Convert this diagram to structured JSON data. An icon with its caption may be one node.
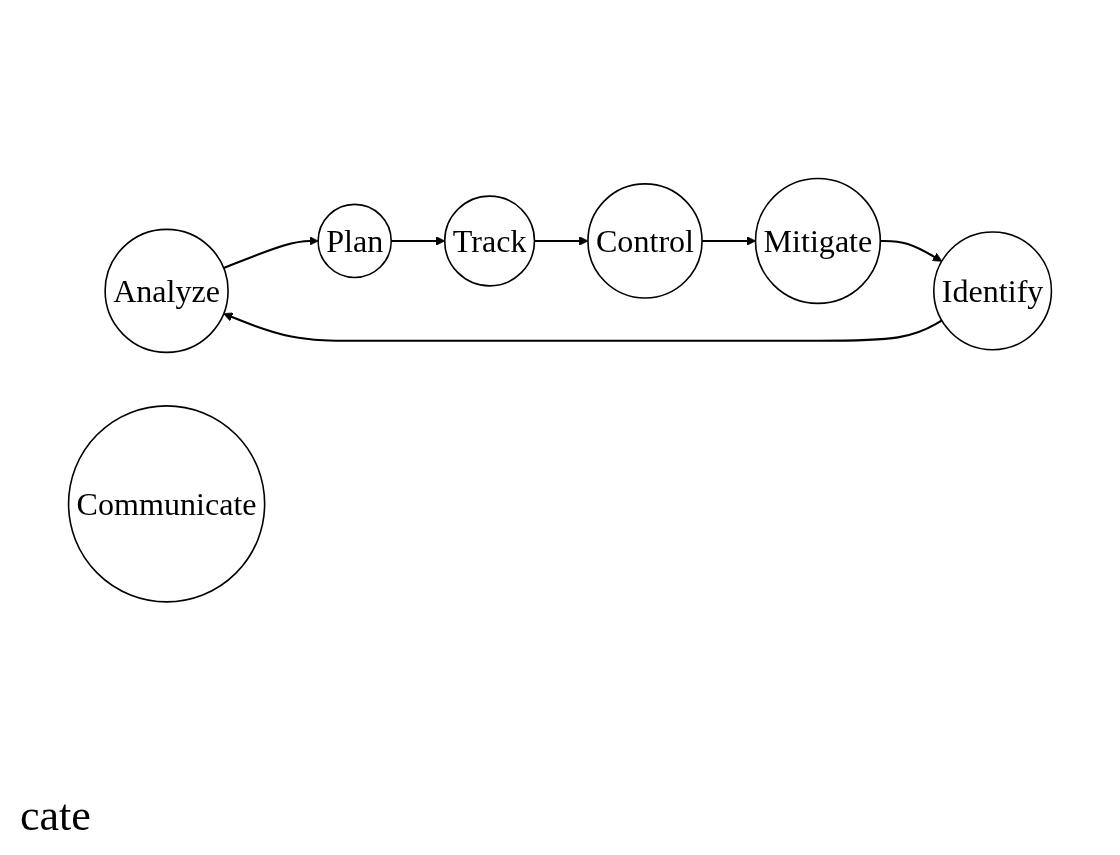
{
  "diagram": {
    "nodes": [
      {
        "text": [
          "Analyze"
        ]
      },
      {
        "text": [
          "Plan"
        ]
      },
      {
        "text": [
          "Identify"
        ]
      },
      {
        "text": [
          "Communicate"
        ]
      },
      {
        "text": [
          "Track"
        ]
      },
      {
        "text": [
          "Mitigate"
        ]
      },
      {
        "text": [
          "Control"
        ]
      }
    ],
    "edges": [
      {
        "from": 0,
        "to": 1,
        "arrow": "to"
      },
      {
        "from": 1,
        "to": 4,
        "arrow": "to"
      },
      {
        "from": 4,
        "to": 6,
        "arrow": "to"
      },
      {
        "from": 6,
        "to": 5,
        "arrow": "to"
      },
      {
        "from": 5,
        "to": 2,
        "arrow": "to"
      },
      {
        "from": 2,
        "to": 0,
        "arrow": "to"
      }
    ],
    "labels": [
      "cate"
    ]
  }
}
